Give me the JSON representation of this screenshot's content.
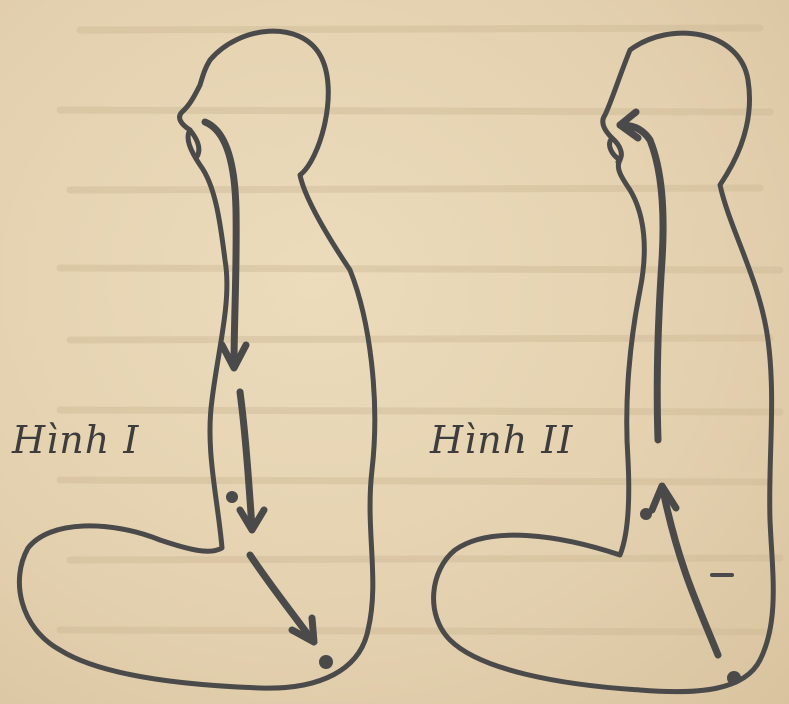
{
  "figures": [
    {
      "label": "Hình I",
      "flow_direction": "down"
    },
    {
      "label": "Hình II",
      "flow_direction": "up"
    }
  ],
  "colors": {
    "paper": "#e6d5b5",
    "ink": "#4a4a4a",
    "bleed": "#cdb995"
  }
}
